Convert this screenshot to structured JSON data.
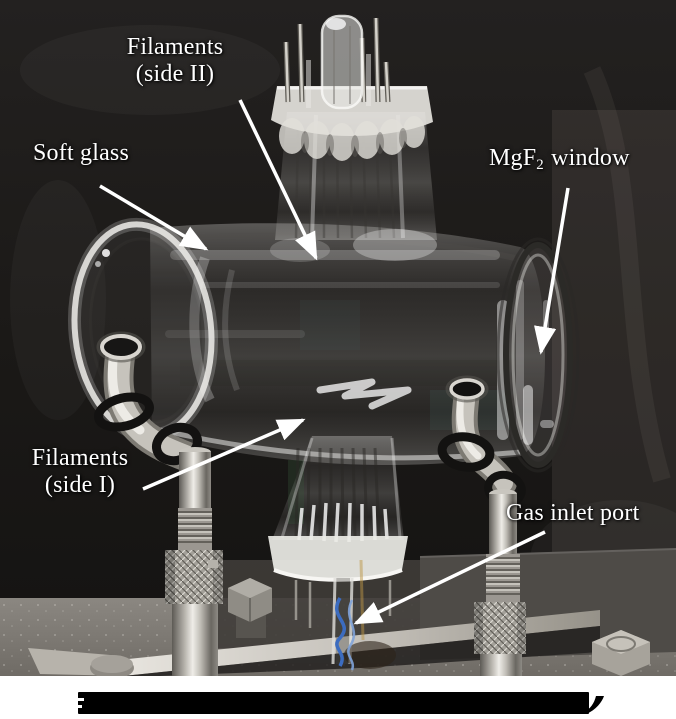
{
  "figure_labels": {
    "filaments_side_ii": {
      "line1": "Filaments",
      "line2": "(side II)"
    },
    "soft_glass": {
      "text": "Soft glass"
    },
    "mgf2_window": {
      "prefix": "MgF",
      "sub": "2",
      "suffix": "window"
    },
    "filaments_side_i": {
      "line1": "Filaments",
      "line2": "(side I)"
    },
    "gas_inlet_port": {
      "text": "Gas inlet port"
    }
  },
  "colors": {
    "label_text": "#ffffff",
    "background_cloth": "#1c1a18",
    "bench_surface": "#87837c",
    "steel_metal": "#c6c3bc",
    "o_ring_black": "#131211",
    "wire_blue": "#3c6cc0",
    "caption_bar": "#000000",
    "page_background": "#ffffff"
  }
}
